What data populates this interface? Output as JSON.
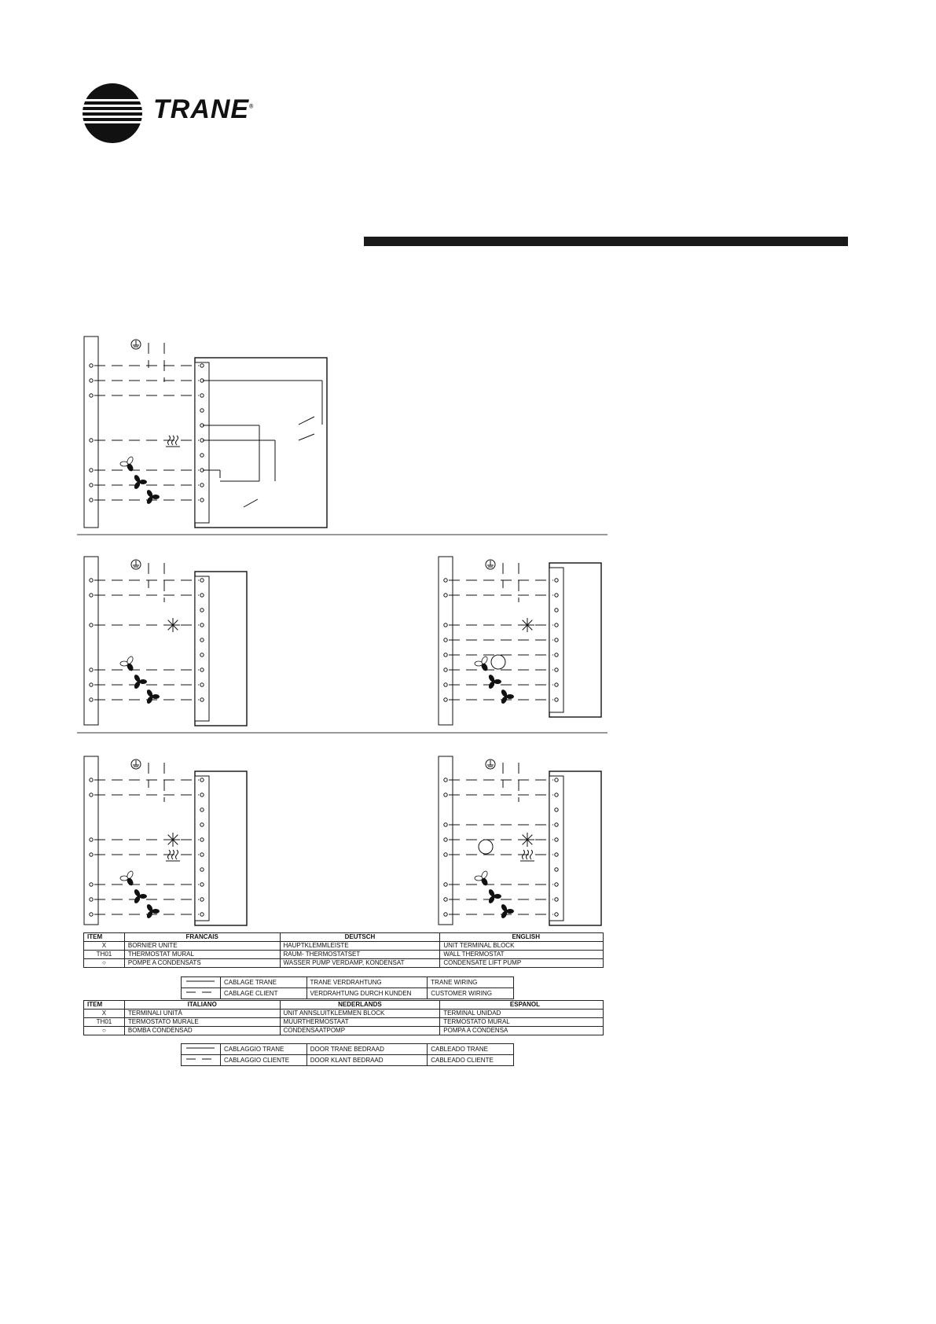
{
  "brand": {
    "name": "TRANE",
    "mark": "®"
  },
  "table1": {
    "headers": [
      "ITEM",
      "FRANCAIS",
      "DEUTSCH",
      "ENGLISH"
    ],
    "rows": [
      [
        "X",
        "BORNIER UNITE",
        "HAUPTKLEMMLEISTE",
        "UNIT TERMINAL BLOCK"
      ],
      [
        "TH01",
        "THERMOSTAT  MURAL",
        "RAUM- THERMOSTATSET",
        "WALL THERMOSTAT"
      ],
      [
        "○",
        "POMPE A CONDENSATS",
        "WASSER PUMP VERDAMP, KONDENSAT",
        "CONDENSATE LIFT PUMP"
      ]
    ]
  },
  "legend1": {
    "rows": [
      [
        "CABLAGE TRANE",
        "TRANE VERDRAHTUNG",
        "TRANE WIRING"
      ],
      [
        "CABLAGE CLIENT",
        "VERDRAHTUNG DURCH KUNDEN",
        "CUSTOMER WIRING"
      ]
    ]
  },
  "table2": {
    "headers": [
      "ITEM",
      "ITALIANO",
      "NEDERLANDS",
      "ESPANOL"
    ],
    "rows": [
      [
        "X",
        "TERMINALI UNITÀ",
        "UNIT ANNSLUITKLEMMEN BLOCK",
        "TERMINAL UNIDAD"
      ],
      [
        "TH01",
        "TERMOSTATO MURALE",
        "MUURTHERMOSTAAT",
        "TERMOSTATO MURAL"
      ],
      [
        "○",
        "BOMBA CONDENSAD",
        "CONDENSAATPOMP",
        "POMPA A CONDENSA"
      ]
    ]
  },
  "legend2": {
    "rows": [
      [
        "CABLAGGIO TRANE",
        "DOOR TRANE BEDRAAD",
        "CABLEADO TRANE"
      ],
      [
        "CABLAGGIO CLIENTE",
        "DOOR KLANT BEDRAAD",
        "CABLEADO CLIENTE"
      ]
    ]
  },
  "icons": [
    "trane-logo-icon",
    "ground-icon",
    "heater-icon",
    "snowflake-icon",
    "fan-icon",
    "pump-icon"
  ]
}
